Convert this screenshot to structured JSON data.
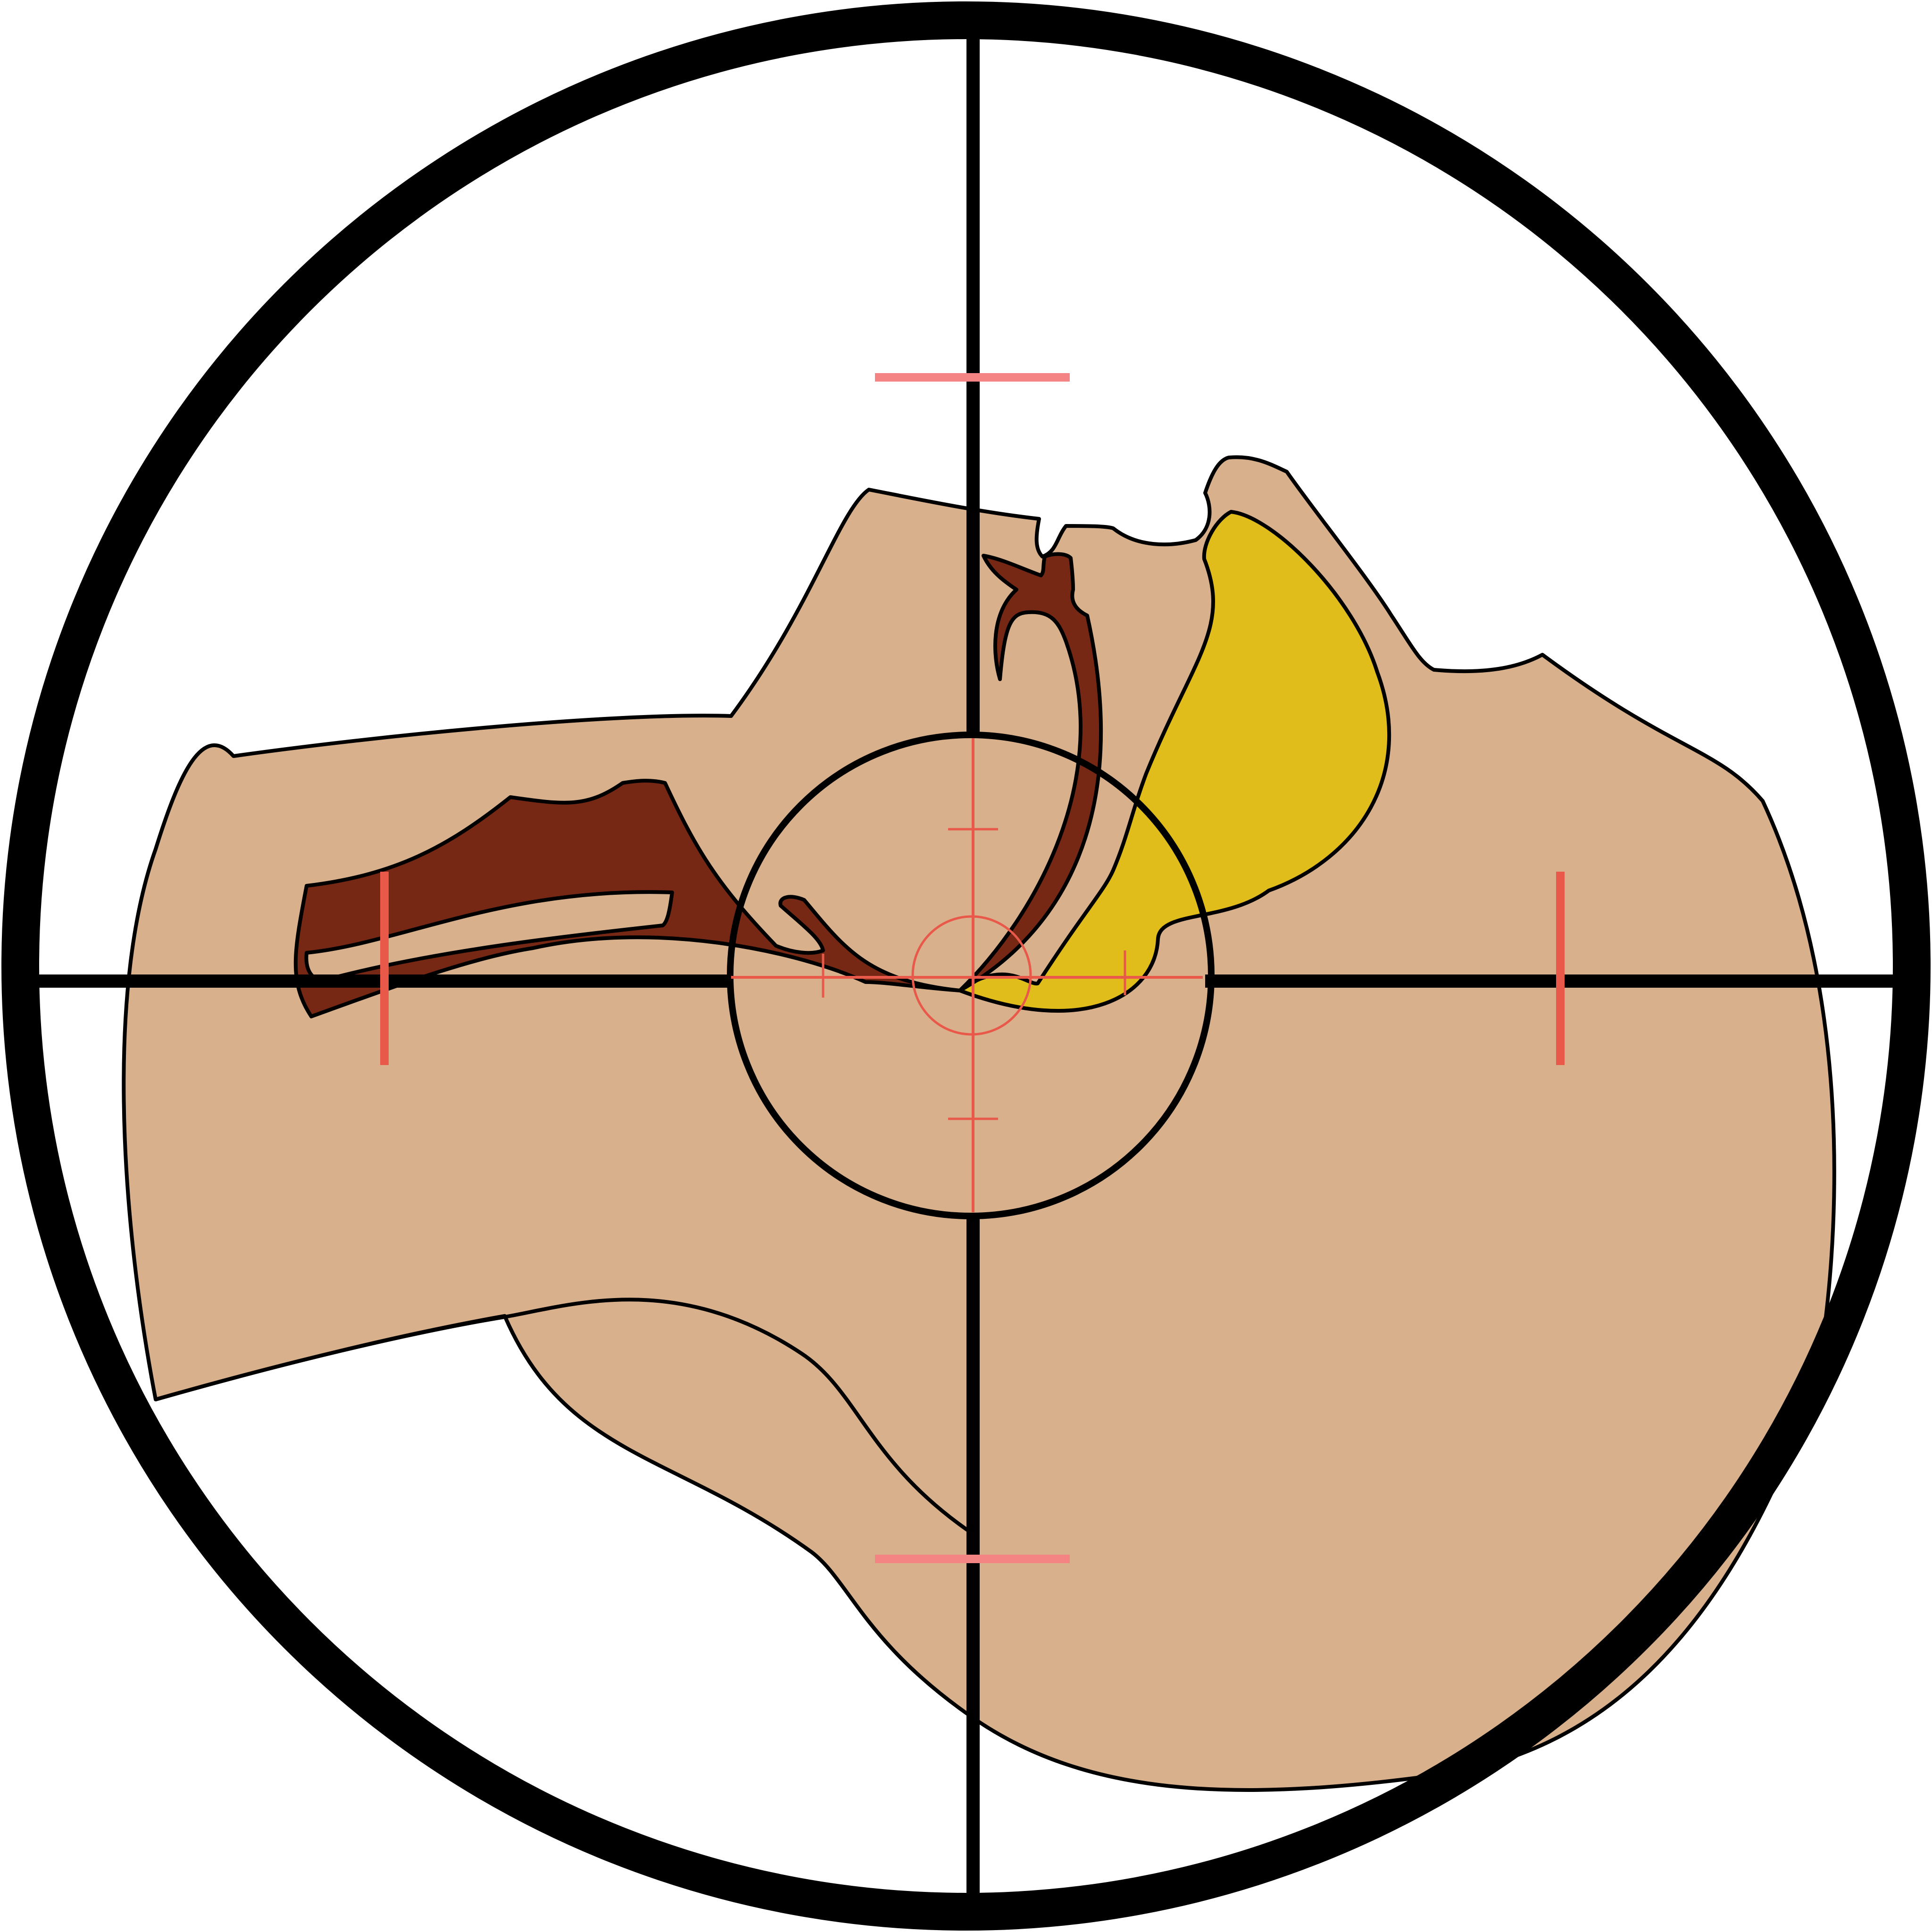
{
  "scene": {
    "subject": "side-view-of-anatomical-shape-in-scope",
    "colors": {
      "background": "#ffffff",
      "skin": "#d8b08c",
      "bone": "#772814",
      "tissue": "#e0bd1a",
      "outline": "#000000",
      "reticle_primary": "#000000",
      "reticle_secondary": "#e8594a",
      "reticle_tick": "#f48484"
    }
  },
  "reticle": {
    "style": "crosshair-scope",
    "rings": [
      "outer-ring",
      "inner-ring",
      "center-ring"
    ],
    "ticks": [
      "top-tick",
      "bottom-tick",
      "left-tick",
      "right-tick"
    ]
  }
}
